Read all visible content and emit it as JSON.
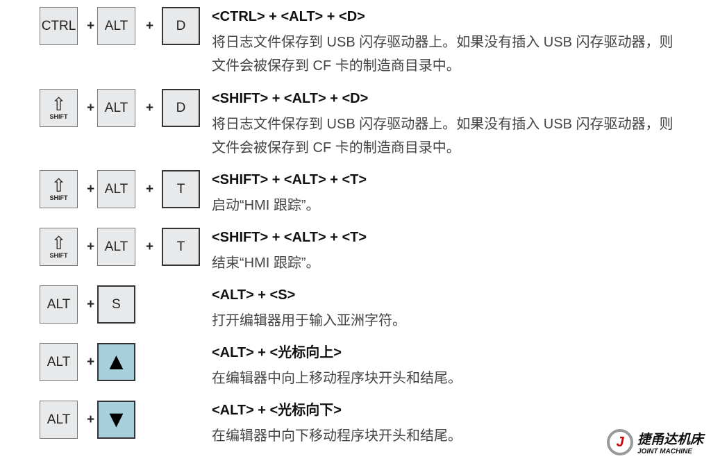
{
  "rows": [
    {
      "keys": [
        "CTRL",
        "ALT",
        "D"
      ],
      "title": "<CTRL> + <ALT> + <D>",
      "desc": "将日志文件保存到 USB 闪存驱动器上。如果没有插入 USB 闪存驱动器，则文件会被保存到 CF 卡的制造商目录中。"
    },
    {
      "keys": [
        "SHIFT",
        "ALT",
        "D"
      ],
      "title": "<SHIFT> + <ALT> + <D>",
      "desc": "将日志文件保存到 USB 闪存驱动器上。如果没有插入 USB 闪存驱动器，则文件会被保存到 CF 卡的制造商目录中。"
    },
    {
      "keys": [
        "SHIFT",
        "ALT",
        "T"
      ],
      "title": "<SHIFT> + <ALT> + <T>",
      "desc": "启动“HMI 跟踪”。"
    },
    {
      "keys": [
        "SHIFT",
        "ALT",
        "T"
      ],
      "title": "<SHIFT> + <ALT> + <T>",
      "desc": "结束“HMI 跟踪”。"
    },
    {
      "keys": [
        "ALT",
        "S"
      ],
      "title": "<ALT> + <S>",
      "desc": "打开编辑器用于输入亚洲字符。"
    },
    {
      "keys": [
        "ALT",
        "▲"
      ],
      "title": "<ALT> + <光标向上>",
      "desc": "在编辑器中向上移动程序块开头和结尾。"
    },
    {
      "keys": [
        "ALT",
        "▼"
      ],
      "title": "<ALT> + <光标向下>",
      "desc": "在编辑器中向下移动程序块开头和结尾。"
    }
  ],
  "plus": "+",
  "shift_label": "SHIFT",
  "shift_glyph": "⇧",
  "logo": {
    "cn": "捷甬达机床",
    "en": "JOINT MACHINE",
    "mark": "J"
  }
}
